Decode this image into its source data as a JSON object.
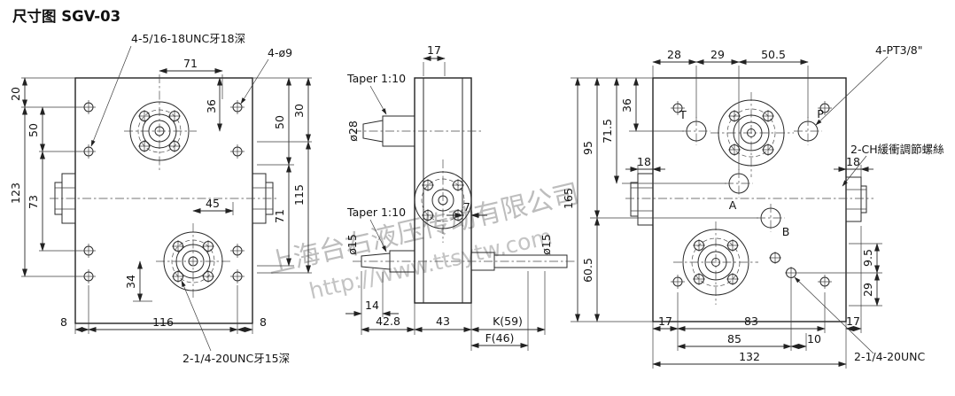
{
  "title": "尺寸图 SGV-03",
  "watermark": {
    "company": "上海台右液压传动有限公司",
    "url": "http://www.ttsytw.com"
  },
  "front_view": {
    "notes": {
      "top_thread": "4-5/16-18UNC牙18深",
      "corner_holes": "4-ø9",
      "bottom_thread": "2-1/4-20UNC牙15深"
    },
    "dims": {
      "top_71": "71",
      "in_36": "36",
      "left_20": "20",
      "left_50": "50",
      "left_123": "123",
      "left_73": "73",
      "mid_45": "45",
      "mid_34": "34",
      "bottom_8l": "8",
      "bottom_116": "116",
      "bottom_8r": "8",
      "right_50": "50",
      "right_30": "30",
      "right_115": "115",
      "right_71": "71"
    }
  },
  "side_view": {
    "notes": {
      "taper_top": "Taper 1:10",
      "taper_bottom": "Taper 1:10",
      "dia_28": "ø28",
      "dia_15_left": "ø15",
      "dia_15_right": "ø15"
    },
    "dims": {
      "top_17": "17",
      "plate_7": "7",
      "bottom_14": "14",
      "bottom_42_8": "42.8",
      "bottom_43": "43",
      "bottom_k": "K(59)",
      "bottom_f": "F(46)"
    }
  },
  "rear_view": {
    "notes": {
      "ports": "4-PT3/8\"",
      "buffer_screws": "2-CH緩衝調節螺絲",
      "bottom_thread": "2-1/4-20UNC"
    },
    "ports": {
      "t": "T",
      "p": "P",
      "a": "A",
      "b": "B"
    },
    "dims": {
      "top_28": "28",
      "top_29": "29",
      "top_50_5": "50.5",
      "left_36": "36",
      "left_71_5": "71.5",
      "left_95": "95",
      "left_165": "165",
      "left_60_5": "60.5",
      "boss_18l": "18",
      "boss_18r": "18",
      "right_9_5": "9.5",
      "right_29": "29",
      "bottom_17l": "17",
      "bottom_83": "83",
      "bottom_17r": "17",
      "bottom_85": "85",
      "bottom_10": "10",
      "bottom_132": "132"
    }
  }
}
